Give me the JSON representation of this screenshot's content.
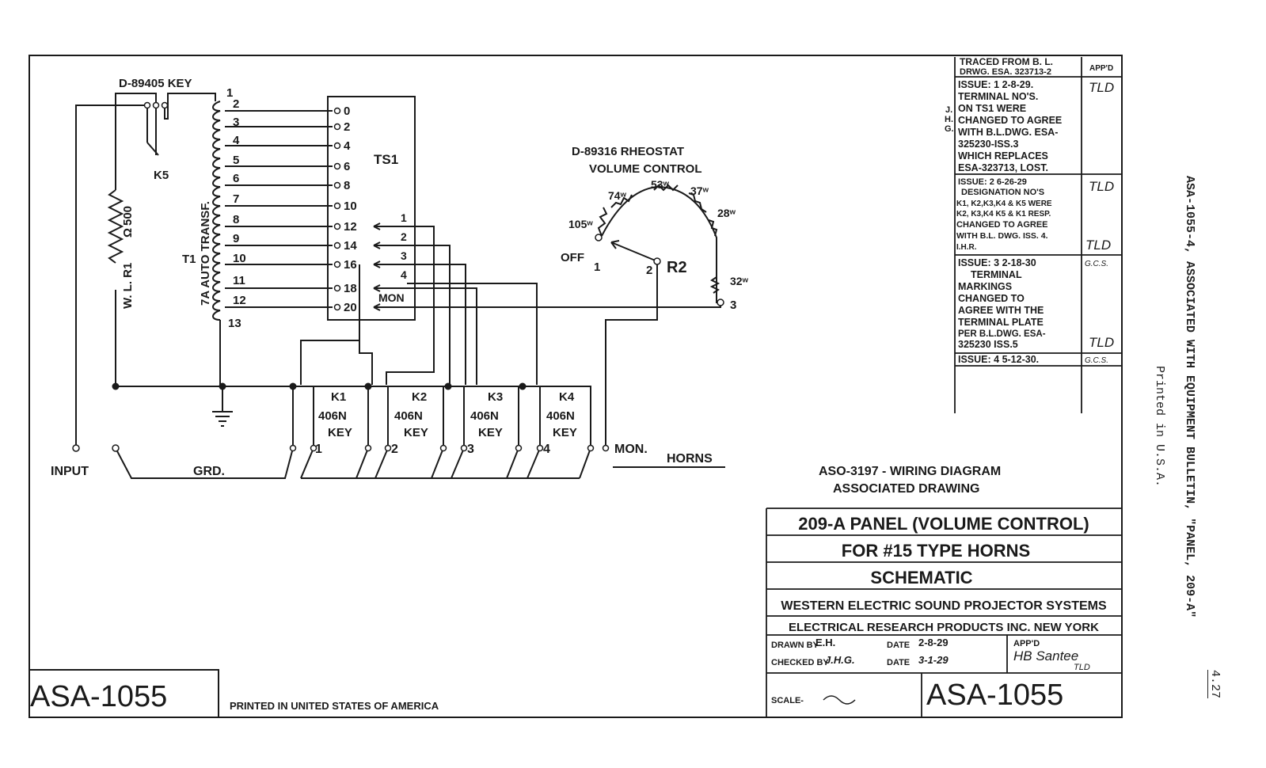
{
  "key_title": "D-89405 KEY",
  "k5_label": "K5",
  "resistor": {
    "value_label": "500",
    "omega_label": "Ω",
    "name_label": "W. L. R1"
  },
  "transformer": {
    "name_label": "T1",
    "desc_label": "7A AUTO TRANSF.",
    "taps": [
      "1",
      "2",
      "3",
      "4",
      "5",
      "6",
      "7",
      "8",
      "9",
      "10",
      "11",
      "12",
      "13"
    ]
  },
  "terminal_strip": {
    "label": "TS1",
    "terminals": [
      "0",
      "2",
      "4",
      "6",
      "8",
      "10",
      "12",
      "14",
      "16",
      "18",
      "20"
    ],
    "right_terminals": [
      "1",
      "2",
      "3",
      "4",
      "MON"
    ]
  },
  "rheostat": {
    "title_line1": "D-89316 RHEOSTAT",
    "title_line2": "VOLUME CONTROL",
    "values": [
      "105ʷ",
      "74ʷ",
      "53ʷ",
      "37ʷ",
      "28ʷ",
      "32ʷ"
    ],
    "off_label": "OFF",
    "name_label": "R2",
    "term_labels": [
      "1",
      "2",
      "3"
    ]
  },
  "keys": [
    {
      "name": "K1",
      "type": "406N",
      "word": "KEY"
    },
    {
      "name": "K2",
      "type": "406N",
      "word": "KEY"
    },
    {
      "name": "K3",
      "type": "406N",
      "word": "KEY"
    },
    {
      "name": "K4",
      "type": "406N",
      "word": "KEY"
    }
  ],
  "bottom_labels": {
    "input": "INPUT",
    "grd": "GRD.",
    "horn_nums": [
      "1",
      "2",
      "3",
      "4"
    ],
    "mon": "MON.",
    "horns": "HORNS"
  },
  "revision_block": {
    "traced_line1": "TRACED FROM B. L.",
    "traced_line2": "DRWG. ESA. 323713-2",
    "appd_label": "APP'D",
    "issue1_lines": [
      "ISSUE: 1  2-8-29.",
      "TERMINAL NO'S.",
      "ON TS1 WERE",
      "CHANGED TO AGREE",
      "WITH B.L.DWG. ESA-",
      "325230-ISS.3",
      "WHICH REPLACES",
      "ESA-323713, LOST."
    ],
    "side_initials": [
      "J.",
      "H.",
      "G."
    ],
    "issue2_lines": [
      "ISSUE: 2   6-26-29",
      "DESIGNATION NO'S",
      "K1, K2,K3,K4 & K5 WERE",
      "K2, K3,K4 K5 & K1 RESP.",
      "CHANGED TO AGREE",
      "WITH B.L. DWG. ISS. 4.",
      "I.H.R."
    ],
    "issue3_lines": [
      "ISSUE: 3    2-18-30",
      "TERMINAL",
      "MARKINGS",
      "CHANGED TO",
      "AGREE WITH THE",
      "TERMINAL PLATE",
      "PER B.L.DWG. ESA-",
      "325230 ISS.5"
    ],
    "issue3_appd": "G.C.S.",
    "issue4_line": "ISSUE: 4   5-12-30.",
    "issue4_appd": "G.C.S.",
    "tld": "TLD"
  },
  "assoc": {
    "line1": "ASO-3197 - WIRING DIAGRAM",
    "line2": "ASSOCIATED DRAWING"
  },
  "title_block": {
    "line1": "209-A PANEL (VOLUME CONTROL)",
    "line2": "FOR #15 TYPE HORNS",
    "line3": "SCHEMATIC",
    "line4": "WESTERN ELECTRIC SOUND PROJECTOR SYSTEMS",
    "line5": "ELECTRICAL RESEARCH PRODUCTS INC. NEW YORK",
    "drawn_label": "DRAWN BY",
    "drawn_value": "E.H.",
    "date_label": "DATE",
    "drawn_date": "2-8-29",
    "checked_label": "CHECKED BY",
    "checked_value": "J.H.G.",
    "checked_date": "3-1-29",
    "appd_label": "APP'D",
    "appd_value": "HB Santee",
    "appd_initials": "TLD",
    "scale_label": "SCALE-",
    "number": "ASA-1055"
  },
  "corner_number": "ASA-1055",
  "printed_note": "PRINTED IN UNITED STATES OF AMERICA",
  "side_note": "ASA-1055-4, ASSOCIATED WITH EQUIPMENT BULLETIN, \"PANEL, 209-A\"",
  "side_printed": "Printed in U.S.A.",
  "page_num": "4.27"
}
